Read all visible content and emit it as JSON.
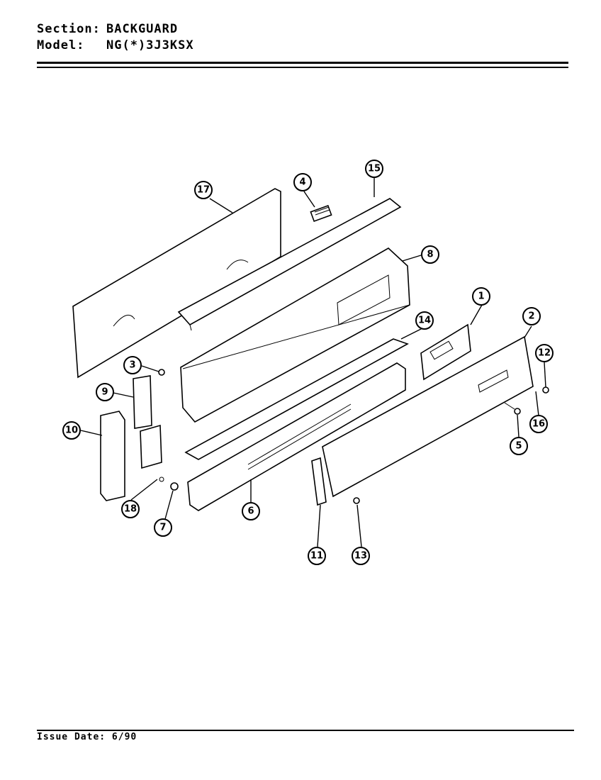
{
  "header": {
    "section_label": "Section:",
    "section_value": "BACKGUARD",
    "model_label": "Model:",
    "model_value": "NG(*)3J3KSX"
  },
  "callouts": [
    "1",
    "2",
    "3",
    "4",
    "5",
    "6",
    "7",
    "8",
    "9",
    "10",
    "11",
    "12",
    "13",
    "14",
    "15",
    "16",
    "17",
    "18"
  ],
  "footer": {
    "issue_date": "Issue Date: 6/90"
  }
}
